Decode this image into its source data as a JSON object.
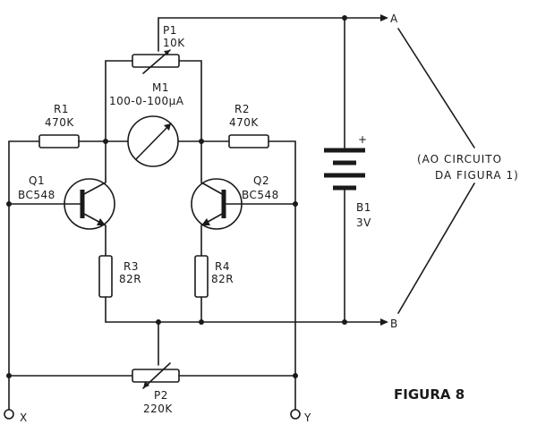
{
  "components": {
    "p1": {
      "ref": "P1",
      "value": "10K"
    },
    "m1": {
      "ref": "M1",
      "value": "100-0-100µA"
    },
    "r1": {
      "ref": "R1",
      "value": "470K"
    },
    "r2": {
      "ref": "R2",
      "value": "470K"
    },
    "q1": {
      "ref": "Q1",
      "value": "BC548"
    },
    "q2": {
      "ref": "Q2",
      "value": "BC548"
    },
    "r3": {
      "ref": "R3",
      "value": "82R"
    },
    "r4": {
      "ref": "R4",
      "value": "82R"
    },
    "b1": {
      "ref": "B1",
      "value": "3V",
      "polarity": "+"
    },
    "p2": {
      "ref": "P2",
      "value": "220K"
    }
  },
  "terminals": {
    "a": "A",
    "b": "B",
    "x": "X",
    "y": "Y"
  },
  "note": {
    "line1": "(AO CIRCUITO",
    "line2": "DA FIGURA 1)"
  },
  "figure_label": "FIGURA 8"
}
